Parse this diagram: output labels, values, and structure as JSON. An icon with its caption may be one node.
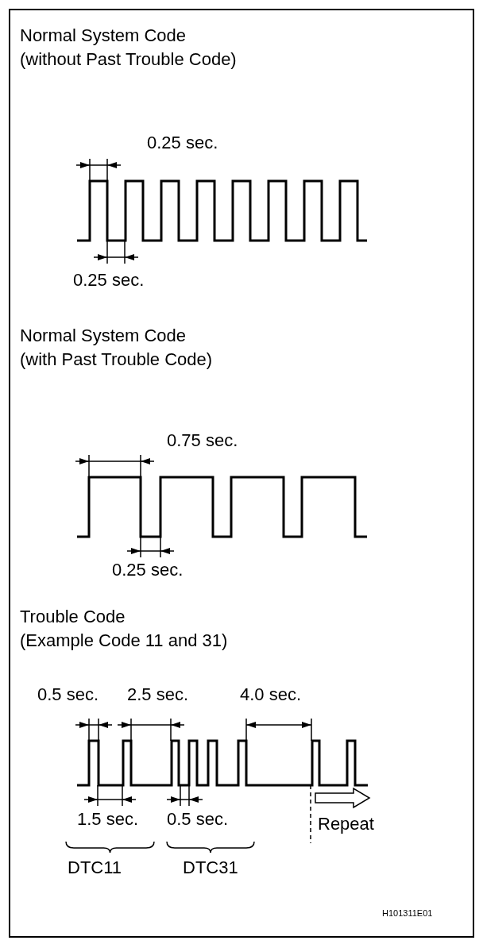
{
  "diagram": {
    "labels": [
      "Normal System Code (without Past Trouble Code)",
      "0.25 sec.",
      "0.25 sec.",
      "Normal System Code (with Past Trouble Code)",
      "0.75 sec.",
      "0.25 sec.",
      "Trouble Code (Example Code 11 and 31)",
      "0.5 sec.",
      "2.5 sec.",
      "4.0 sec.",
      "1.5 sec.",
      "0.5 sec.",
      "Repeat",
      "DTC11",
      "DTC31",
      "H101311E01"
    ]
  }
}
